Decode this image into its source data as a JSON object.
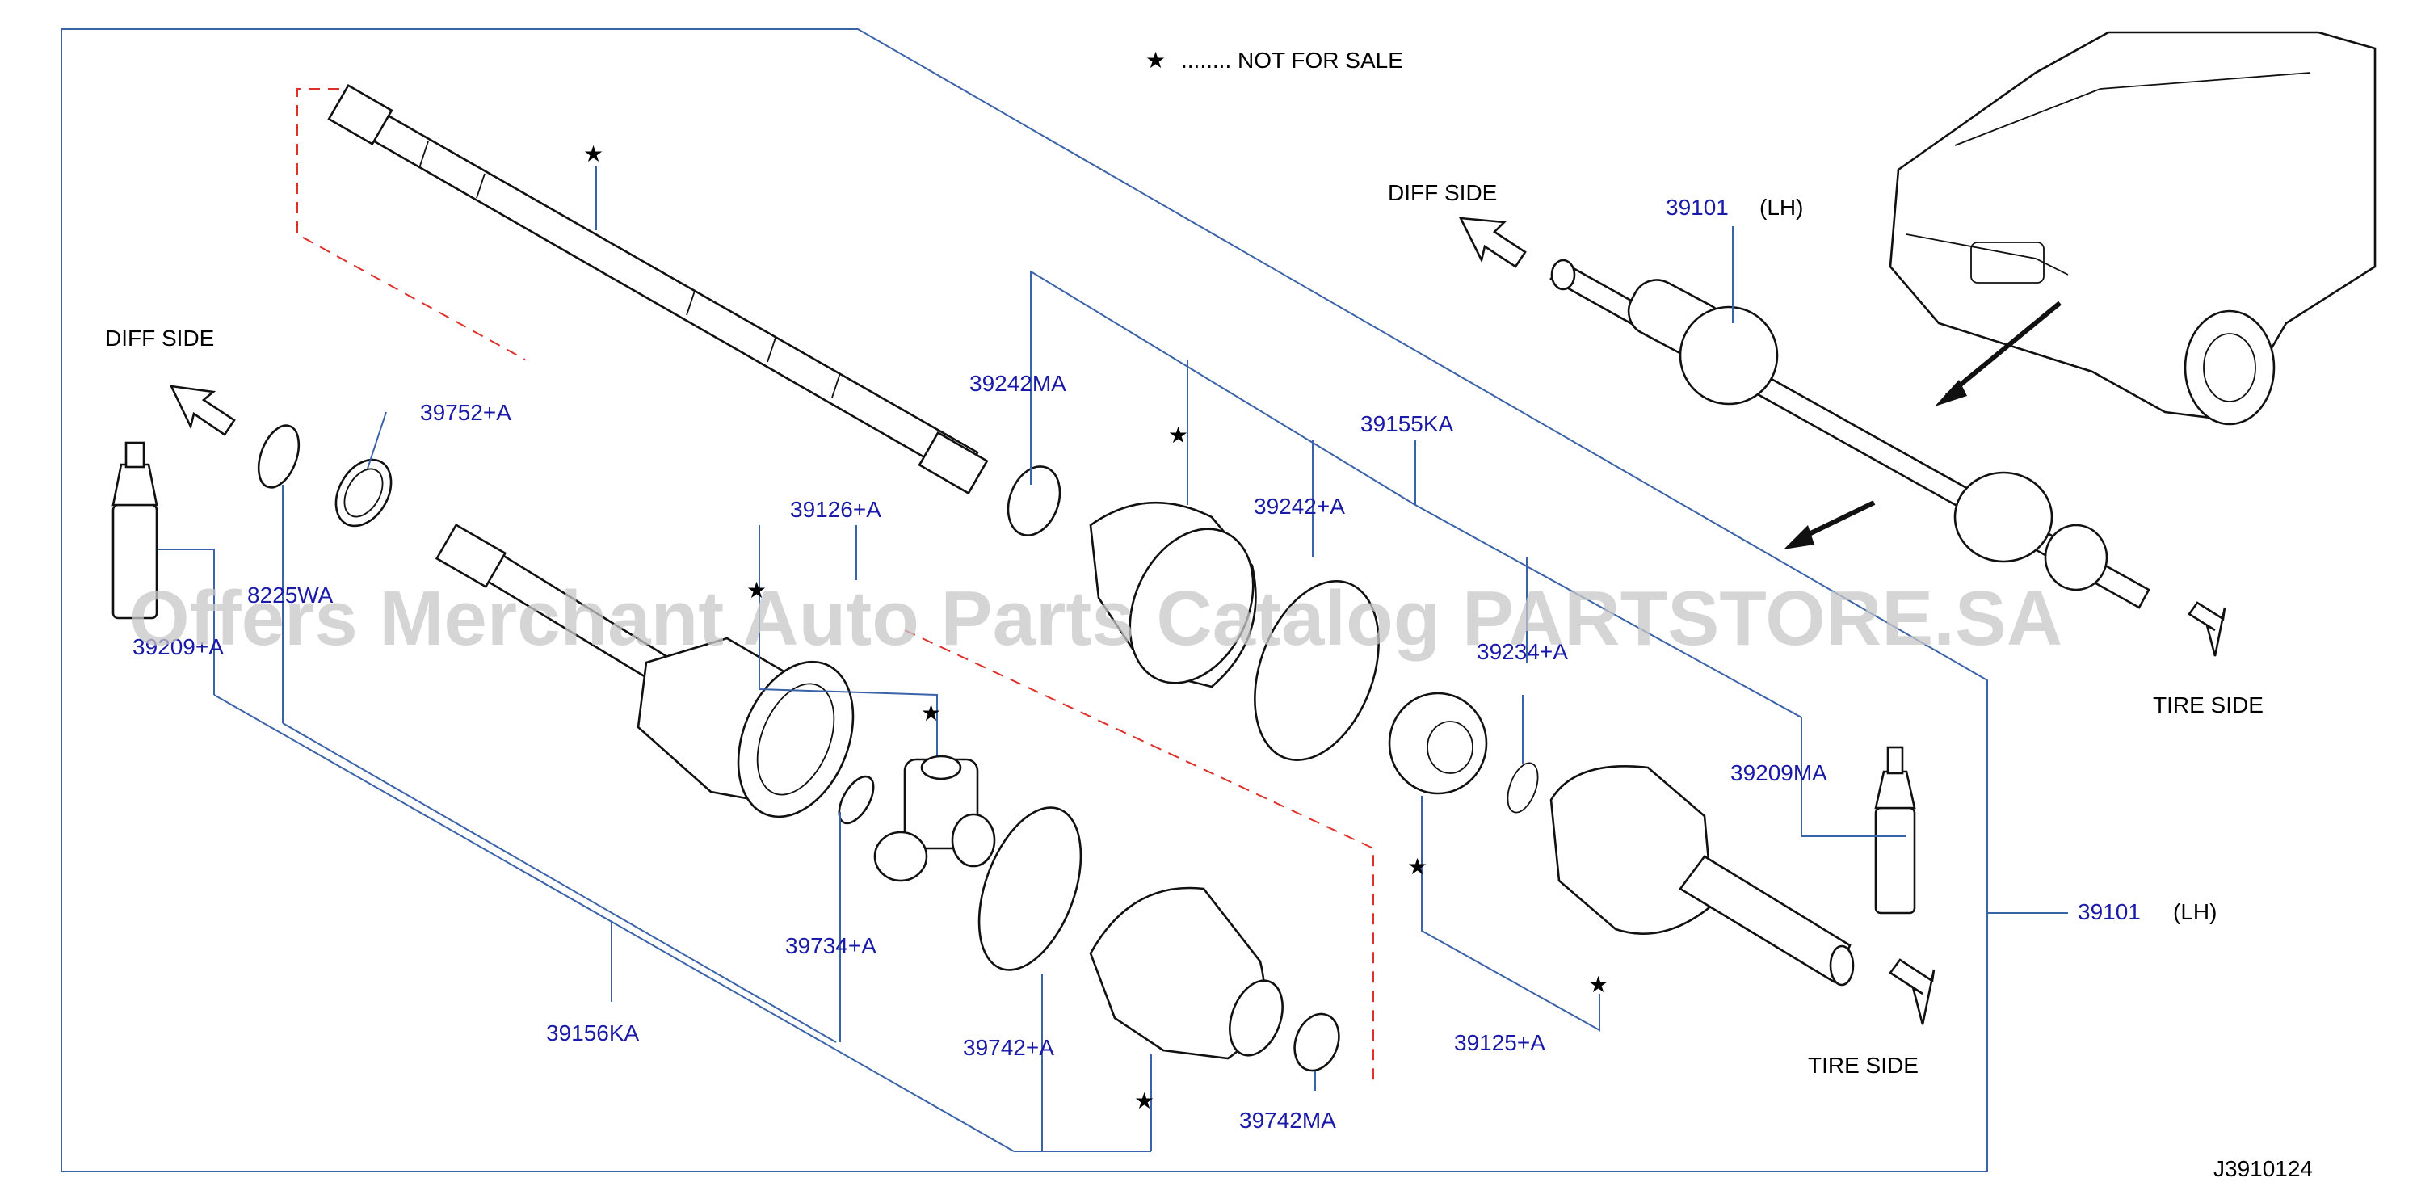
{
  "legend": {
    "star": "★",
    "text": "........   NOT   FOR   SALE"
  },
  "diagram_code": "J3910124",
  "watermark": "Offers Merchant Auto Parts Catalog PARTSTORE.SA",
  "directions": {
    "diff_side_left": "DIFF   SIDE",
    "diff_side_right": "DIFF   SIDE",
    "tire_side_right": "TIRE   SIDE",
    "tire_side_bottom": "TIRE   SIDE"
  },
  "parts": {
    "p39101_top": "39101",
    "p39101_top_side": "(LH)",
    "p39101_right": "39101",
    "p39101_right_side": "(LH)",
    "p39242MA": "39242MA",
    "p39155KA": "39155KA",
    "p39242A": "39242+A",
    "p39752A": "39752+A",
    "p39126A": "39126+A",
    "p38225WA": "8225WA",
    "p39209A": "39209+A",
    "p39234A": "39234+A",
    "p39209MA": "39209MA",
    "p39734A": "39734+A",
    "p39156KA": "39156KA",
    "p39742A": "39742+A",
    "p39742MA": "39742MA",
    "p39125A": "39125+A"
  },
  "stars": [
    "★",
    "★",
    "★",
    "★",
    "★",
    "★",
    "★"
  ]
}
